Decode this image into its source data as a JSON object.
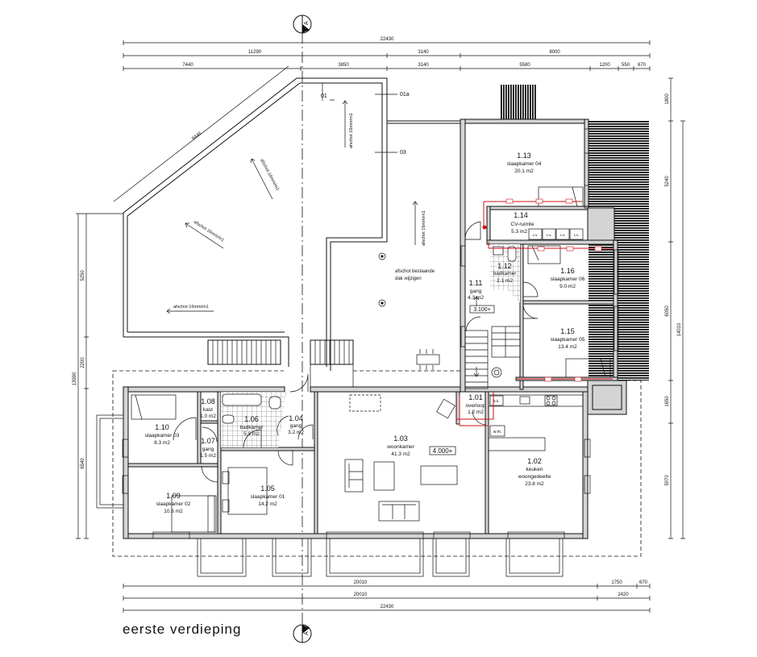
{
  "title": "eerste verdieping",
  "section_marker": {
    "top": "A",
    "bottom": "A"
  },
  "dimensions": {
    "top_row1": [
      "22430"
    ],
    "top_row2": [
      "11290",
      "3140",
      "8000"
    ],
    "top_row3": [
      "7440",
      "3850",
      "3140",
      "5580",
      "1200",
      "550",
      "670"
    ],
    "bottom_row1": [
      "20010",
      "1750",
      "670"
    ],
    "bottom_row2": [
      "20010",
      "2420"
    ],
    "bottom_row3": [
      "22430"
    ],
    "left_outer": [
      "13990"
    ],
    "left_inner": [
      "5250",
      "2200",
      "6540"
    ],
    "right_inner": [
      "1800",
      "5240",
      "6050",
      "1650",
      "5070"
    ],
    "right_outer": [
      "14010"
    ],
    "diagonal": "9446"
  },
  "roof": {
    "labels": [
      "01",
      "01a",
      "03"
    ],
    "slopes": [
      "afschot 16mm/m1",
      "afschot 16mm/m1",
      "afschot 16mm/m1",
      "afschot 16mm/m1",
      "afschot 16mm/m1"
    ],
    "note_line1": "afschot bestaande",
    "note_line2": "dak wijzigen"
  },
  "levels": [
    "3.100+",
    "4.000+"
  ],
  "rooms": [
    {
      "number": "1.01",
      "name": "overloop",
      "area": "1.2 m2"
    },
    {
      "number": "1.02",
      "name": "keuken",
      "name2": "woongedeelte",
      "area": "23.8 m2"
    },
    {
      "number": "1.03",
      "name": "woonkamer",
      "area": "41.3 m2"
    },
    {
      "number": "1.04",
      "name": "gang",
      "area": "3.2 m2"
    },
    {
      "number": "1.05",
      "name": "slaapkamer 01",
      "area": "14.2 m2"
    },
    {
      "number": "1.06",
      "name": "badkamer",
      "area": "5.9 m2"
    },
    {
      "number": "1.07",
      "name": "gang",
      "area": "1.5 m2"
    },
    {
      "number": "1.08",
      "name": "kast",
      "area": "1.0 m2"
    },
    {
      "number": "1.09",
      "name": "slaapkamer 02",
      "area": "10.6 m2"
    },
    {
      "number": "1.10",
      "name": "slaapkamer 03",
      "area": "8.3 m2"
    },
    {
      "number": "1.11",
      "name": "gang",
      "area": "4.3 m2"
    },
    {
      "number": "1.12",
      "name": "badkamer",
      "area": "2.1 m2"
    },
    {
      "number": "1.13",
      "name": "slaapkamer 04",
      "area": "20.1 m2"
    },
    {
      "number": "1.14",
      "name": "CV-ruimte",
      "area": "5.3 m2"
    },
    {
      "number": "1.15",
      "name": "slaapkamer 05",
      "area": "13.4 m2"
    },
    {
      "number": "1.16",
      "name": "slaapkamer 06",
      "area": "9.0 m2"
    }
  ],
  "equipment": {
    "cv": [
      "c.v.",
      "c.v.",
      "c.v.",
      "c.v."
    ],
    "kk": "k.k.",
    "wm": "w.m."
  },
  "colors": {
    "wall_fill": "#d4d4d4",
    "ventilation": "#d0101a",
    "line": "#111111"
  }
}
